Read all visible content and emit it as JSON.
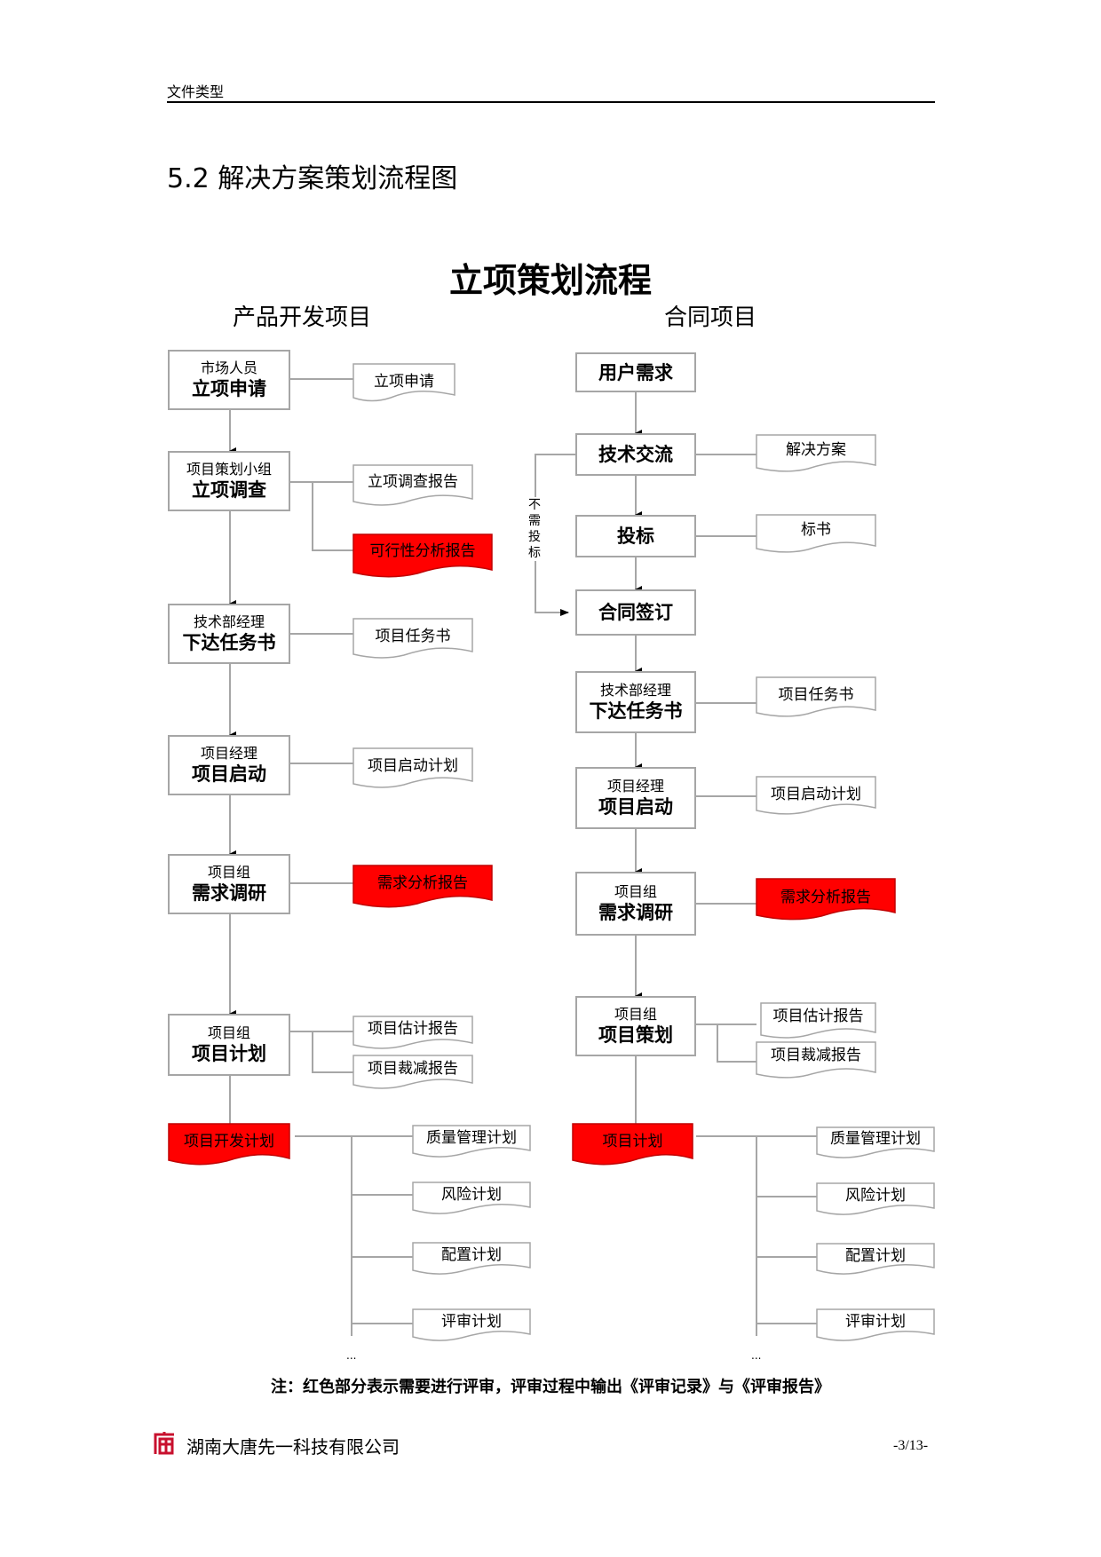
{
  "header": {
    "doc_type": "文件类型"
  },
  "section": {
    "title": "5.2  解决方案策划流程图"
  },
  "flowchart": {
    "title": "立项策划流程",
    "columns": [
      {
        "title": "产品开发项目",
        "steps": [
          {
            "role": "市场人员",
            "action": "立项申请",
            "outputs": [
              {
                "label": "立项申请",
                "review": false
              }
            ]
          },
          {
            "role": "项目策划小组",
            "action": "立项调查",
            "outputs": [
              {
                "label": "立项调查报告",
                "review": false
              },
              {
                "label": "可行性分析报告",
                "review": true
              }
            ]
          },
          {
            "role": "技术部经理",
            "action": "下达任务书",
            "outputs": [
              {
                "label": "项目任务书",
                "review": false
              }
            ]
          },
          {
            "role": "项目经理",
            "action": "项目启动",
            "outputs": [
              {
                "label": "项目启动计划",
                "review": false
              }
            ]
          },
          {
            "role": "项目组",
            "action": "需求调研",
            "outputs": [
              {
                "label": "需求分析报告",
                "review": true
              }
            ]
          },
          {
            "role": "项目组",
            "action": "项目计划",
            "outputs": [
              {
                "label": "项目估计报告",
                "review": false
              },
              {
                "label": "项目裁减报告",
                "review": false
              }
            ]
          }
        ],
        "plan": {
          "label": "项目开发计划",
          "review": true
        },
        "sub_plans": [
          "质量管理计划",
          "风险计划",
          "配置计划",
          "评审计划"
        ],
        "more": "..."
      },
      {
        "title": "合同项目",
        "steps": [
          {
            "role": "",
            "action": "用户需求",
            "outputs": []
          },
          {
            "role": "",
            "action": "技术交流",
            "outputs": [
              {
                "label": "解决方案",
                "review": false
              }
            ]
          },
          {
            "role": "",
            "action": "投标",
            "outputs": [
              {
                "label": "标书",
                "review": false
              }
            ]
          },
          {
            "role": "",
            "action": "合同签订",
            "outputs": []
          },
          {
            "role": "技术部经理",
            "action": "下达任务书",
            "outputs": [
              {
                "label": "项目任务书",
                "review": false
              }
            ]
          },
          {
            "role": "项目经理",
            "action": "项目启动",
            "outputs": [
              {
                "label": "项目启动计划",
                "review": false
              }
            ]
          },
          {
            "role": "项目组",
            "action": "需求调研",
            "outputs": [
              {
                "label": "需求分析报告",
                "review": true
              }
            ]
          },
          {
            "role": "项目组",
            "action": "项目策划",
            "outputs": [
              {
                "label": "项目估计报告",
                "review": false
              },
              {
                "label": "项目裁减报告",
                "review": false
              }
            ]
          }
        ],
        "bypass_label": "不需投标",
        "plan": {
          "label": "项目计划",
          "review": true
        },
        "sub_plans": [
          "质量管理计划",
          "风险计划",
          "配置计划",
          "评审计划"
        ],
        "more": "..."
      }
    ],
    "colors": {
      "review": "#ff0000",
      "border": "#a6a6a6",
      "line": "#a6a6a6"
    },
    "note": "注：红色部分表示需要进行评审，评审过程中输出《评审记录》与《评审报告》"
  },
  "footer": {
    "company": "湖南大唐先一科技有限公司",
    "page": "-3/13-",
    "logo_icon": "tang-logo-icon"
  }
}
